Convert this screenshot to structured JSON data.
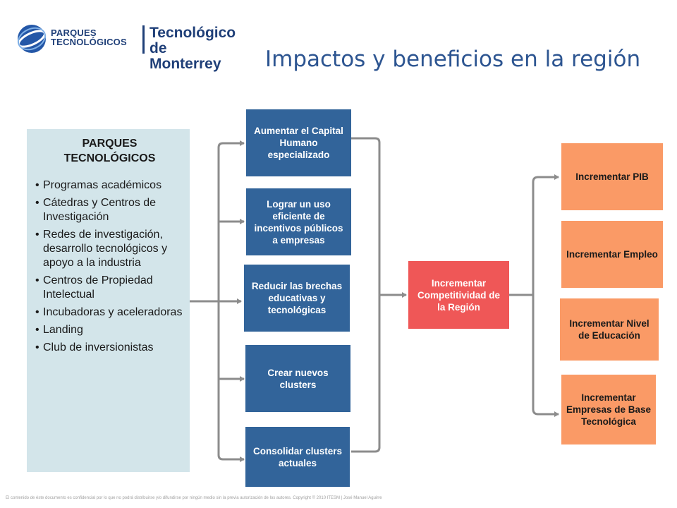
{
  "logo": {
    "left_line1": "PARQUES",
    "left_line2": "TECNOLÓGICOS",
    "right_line1": "Tecnológico",
    "right_line2": "de Monterrey"
  },
  "title": "Impactos y beneficios en la región",
  "left_panel": {
    "heading_line1": "PARQUES",
    "heading_line2": "TECNOLÓGICOS",
    "items": [
      "Programas académicos",
      "Cátedras y Centros de Investigación",
      "Redes de investigación, desarrollo tecnológicos y apoyo a la industria",
      "Centros de Propiedad Intelectual",
      "Incubadoras y aceleradoras",
      "Landing",
      "Club de inversionistas"
    ]
  },
  "middle_boxes": [
    "Aumentar el Capital Humano especializado",
    "Lograr un uso eficiente de incentivos públicos a empresas",
    "Reducir las brechas educativas y tecnológicas",
    "Crear nuevos clusters",
    "Consolidar clusters actuales"
  ],
  "center_box": "Incrementar Competitividad de la Región",
  "right_boxes": [
    "Incrementar PIB",
    "Incrementar Empleo",
    "Incrementar Nivel de Educación",
    "Incrementar Empresas de Base Tecnológica"
  ],
  "colors": {
    "blue_box": "#32649a",
    "red_box": "#ef5757",
    "orange_box": "#fa9a66",
    "panel_bg": "#d3e5ea",
    "connector": "#8c8c8c",
    "title": "#2d5591"
  },
  "footer": "El contenido de éste documento es confidencial por lo que no podrá distribuirse y/o difundirse por ningún medio sin la previa autorización de los autores.   Copyright © 2010 ITESM  |  José Manuel Aguirre"
}
